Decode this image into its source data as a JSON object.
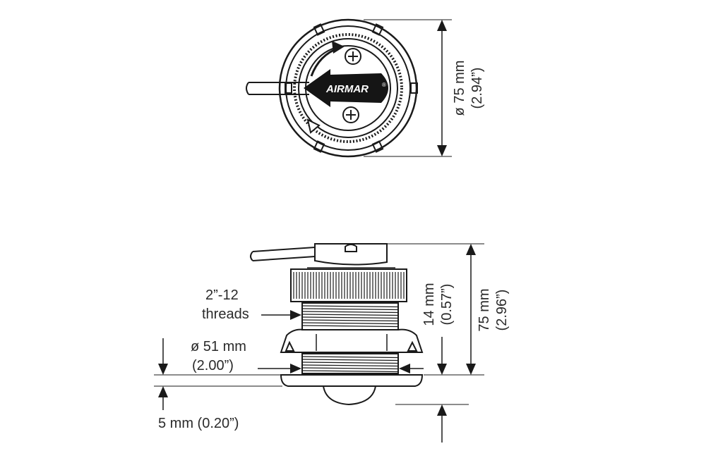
{
  "top_view": {
    "logo_text": "AIRMAR",
    "logo_mark": "®",
    "diameter_mm": "ø 75 mm",
    "diameter_in": "(2.94”)"
  },
  "side_view": {
    "height_mm": "75 mm",
    "height_in": "(2.96”)",
    "thread_length_mm": "14 mm",
    "thread_length_in": "(0.57”)",
    "threads_line1": "2”-12",
    "threads_line2": "threads",
    "bore_mm": "ø 51 mm",
    "bore_in": "(2.00”)",
    "flange_mm": "5 mm (0.20”)"
  },
  "colors": {
    "line": "#1a1a1a",
    "text": "#2a2a2a",
    "background": "#ffffff"
  }
}
